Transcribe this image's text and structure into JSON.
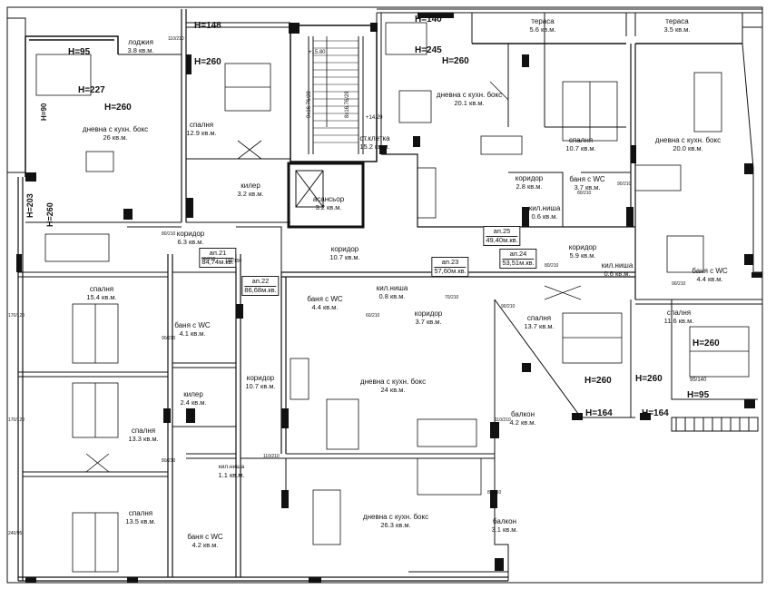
{
  "rooms": [
    {
      "name": "лоджия",
      "area": "3.8 кв.м."
    },
    {
      "name": "дневна с кухн. бокс",
      "area": "26 кв.м."
    },
    {
      "name": "спалня",
      "area": "12.9 кв.м."
    },
    {
      "name": "килер",
      "area": "3.2 кв.м."
    },
    {
      "name": "коридор",
      "area": "6.3 кв.м."
    },
    {
      "name": "асансьор",
      "area": "3.2 кв.м."
    },
    {
      "name": "ст.клетка",
      "area": "15.2 кв.м."
    },
    {
      "name": "коридор",
      "area": "10.7 кв.м."
    },
    {
      "name": "тераса",
      "area": "5.6 кв.м."
    },
    {
      "name": "дневна с кухн. бокс",
      "area": "20.1 кв.м."
    },
    {
      "name": "спалня",
      "area": "10.7 кв.м."
    },
    {
      "name": "коридор",
      "area": "2.8 кв.м."
    },
    {
      "name": "баня с WC",
      "area": "3.7 кв.м."
    },
    {
      "name": "кил.ниша",
      "area": "0.6 кв.м."
    },
    {
      "name": "тераса",
      "area": "3.5 кв.м."
    },
    {
      "name": "дневна с кухн. бокс",
      "area": "20.0 кв.м."
    },
    {
      "name": "коридор",
      "area": "5.9 кв.м."
    },
    {
      "name": "кил.ниша",
      "area": "0.6 кв.м."
    },
    {
      "name": "баня с WC",
      "area": "4.4 кв.м."
    },
    {
      "name": "спалня",
      "area": "11.6 кв.м."
    },
    {
      "name": "спалня",
      "area": "15.4 кв.м."
    },
    {
      "name": "баня с WC",
      "area": "4.1 кв.м."
    },
    {
      "name": "баня с WC",
      "area": "4.4 кв.м."
    },
    {
      "name": "кил.ниша",
      "area": "0.8 кв.м."
    },
    {
      "name": "коридор",
      "area": "3.7 кв.м."
    },
    {
      "name": "спалня",
      "area": "13.7 кв.м."
    },
    {
      "name": "килер",
      "area": "2.4 кв.м."
    },
    {
      "name": "коридор",
      "area": "10.7 кв.м."
    },
    {
      "name": "дневна с кухн. бокс",
      "area": "24 кв.м."
    },
    {
      "name": "балкон",
      "area": "4.2 кв.м."
    },
    {
      "name": "спалня",
      "area": "13.3 кв.м."
    },
    {
      "name": "спалня",
      "area": "13.5 кв.м."
    },
    {
      "name": "баня с WC",
      "area": "4.2 кв.м."
    },
    {
      "name": "дневна с кухн. бокс",
      "area": "26.3 кв.м."
    },
    {
      "name": "балкон",
      "area": "3.1 кв.м."
    },
    {
      "name": "кил.ниша",
      "area": "1.1 кв.м."
    }
  ],
  "apartments": [
    {
      "num": "ап.21",
      "area": "84,74м.кв."
    },
    {
      "num": "ап.22",
      "area": "86,68м.кв."
    },
    {
      "num": "ап.23",
      "area": "57,60м.кв."
    },
    {
      "num": "ап.25",
      "area": "49,40м.кв."
    },
    {
      "num": "ап.24",
      "area": "53,51м.кв."
    }
  ],
  "heights": [
    "H=95",
    "H=227",
    "H=260",
    "H=90",
    "H=203",
    "H=260",
    "H=148",
    "H=260",
    "H=140",
    "H=245",
    "H=260",
    "H=260",
    "H=260",
    "H=95",
    "H=164",
    "H=164",
    "H=260",
    "95/140"
  ],
  "stair_marks": [
    "9x16.76/28",
    "8x16.76/28",
    "+15.80",
    "+14.29"
  ],
  "door_marks": [
    "110/210",
    "80/210",
    "90/210",
    "90/210",
    "80/210",
    "110/210",
    "60/210",
    "70/210",
    "90/210",
    "80/210",
    "80/210",
    "90/210",
    "90/210",
    "110/210",
    "80/210",
    "90/210",
    "80/210",
    "90/210",
    "60/210",
    "80/210",
    "80/210",
    "100/210",
    "110/210",
    "60/210",
    "80/210",
    "80/210",
    "170/120",
    "170/120",
    "240/95",
    "100/150",
    "90/210",
    "80/210"
  ]
}
